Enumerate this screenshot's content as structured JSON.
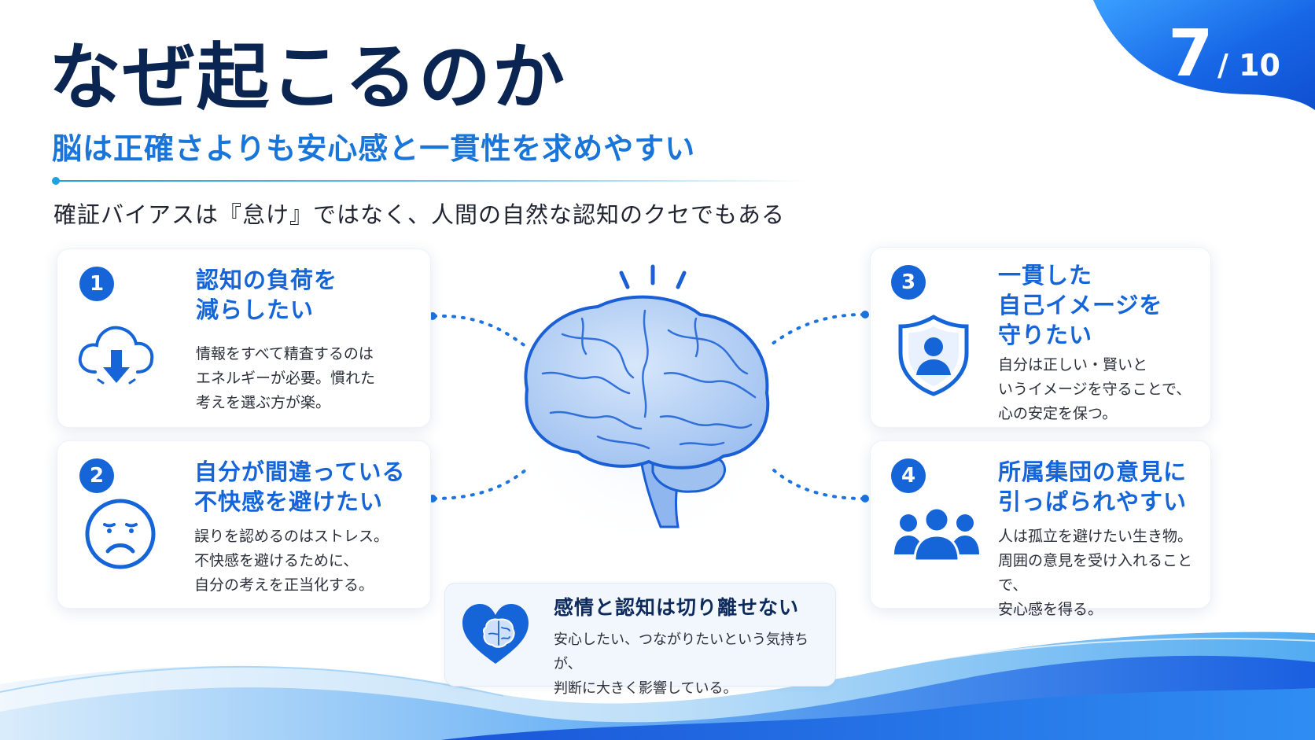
{
  "slide": {
    "page_current": "7",
    "page_total": "/ 10",
    "title": "なぜ起こるのか",
    "subtitle": "脳は正確さよりも安心感と一貫性を求めやすい",
    "lead": "確証バイアスは『怠け』ではなく、人間の自然な認知のクセでもある"
  },
  "cards": [
    {
      "number": "1",
      "title": "認知の負荷を\n減らしたい",
      "body": "情報をすべて精査するのは\nエネルギーが必要。慣れた\n考えを選ぶ方が楽。",
      "icon": "cloud-download-icon"
    },
    {
      "number": "2",
      "title": "自分が間違っている\n不快感を避けたい",
      "body": "誤りを認めるのはストレス。\n不快感を避けるために、\n自分の考えを正当化する。",
      "icon": "sad-face-icon"
    },
    {
      "number": "3",
      "title": "一貫した\n自己イメージを\n守りたい",
      "body": "自分は正しい・賢いと\nいうイメージを守ることで、\n心の安定を保つ。",
      "icon": "shield-user-icon"
    },
    {
      "number": "4",
      "title": "所属集団の意見に\n引っぱられやすい",
      "body": "人は孤立を避けたい生き物。\n周囲の意見を受け入れることで、\n安心感を得る。",
      "icon": "group-icon"
    }
  ],
  "emotion": {
    "title": "感情と認知は切り離せない",
    "body": "安心したい、つながりたいという気持ちが、\n判断に大きく影響している。",
    "icon": "heart-brain-icon"
  },
  "colors": {
    "accent": "#1565d8",
    "title": "#0b2552",
    "subtitle": "#1a75d9"
  }
}
